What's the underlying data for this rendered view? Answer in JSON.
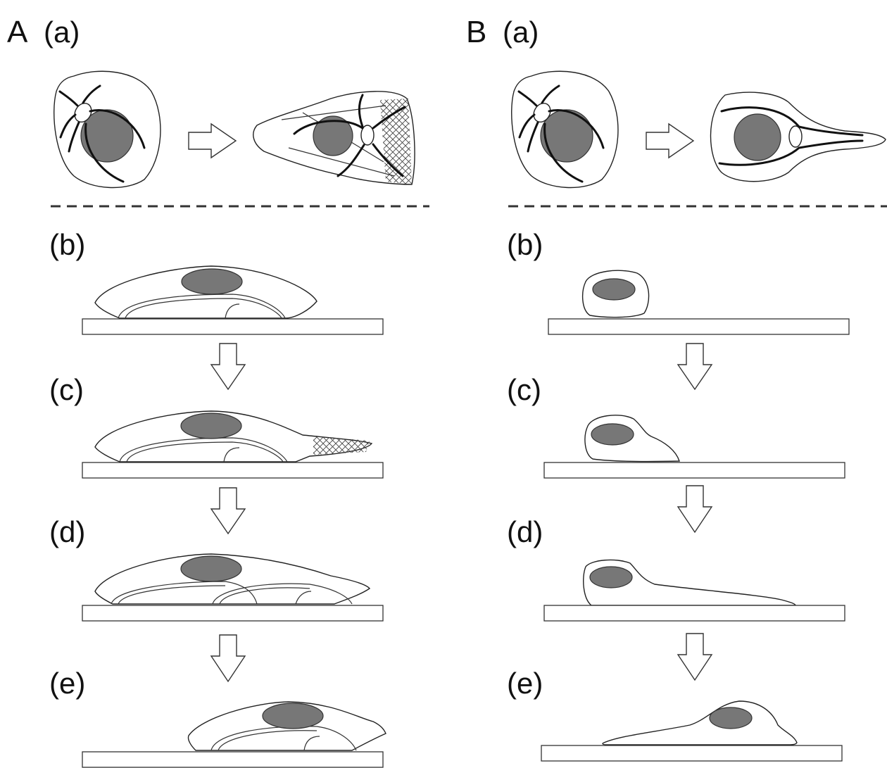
{
  "panels": [
    {
      "letter": "A",
      "steps": [
        "(a)",
        "(b)",
        "(c)",
        "(d)",
        "(e)"
      ]
    },
    {
      "letter": "B",
      "steps": [
        "(a)",
        "(b)",
        "(c)",
        "(d)",
        "(e)"
      ]
    }
  ],
  "colors": {
    "nucleus": "#777777",
    "outline": "#222222",
    "background": "#ffffff"
  }
}
